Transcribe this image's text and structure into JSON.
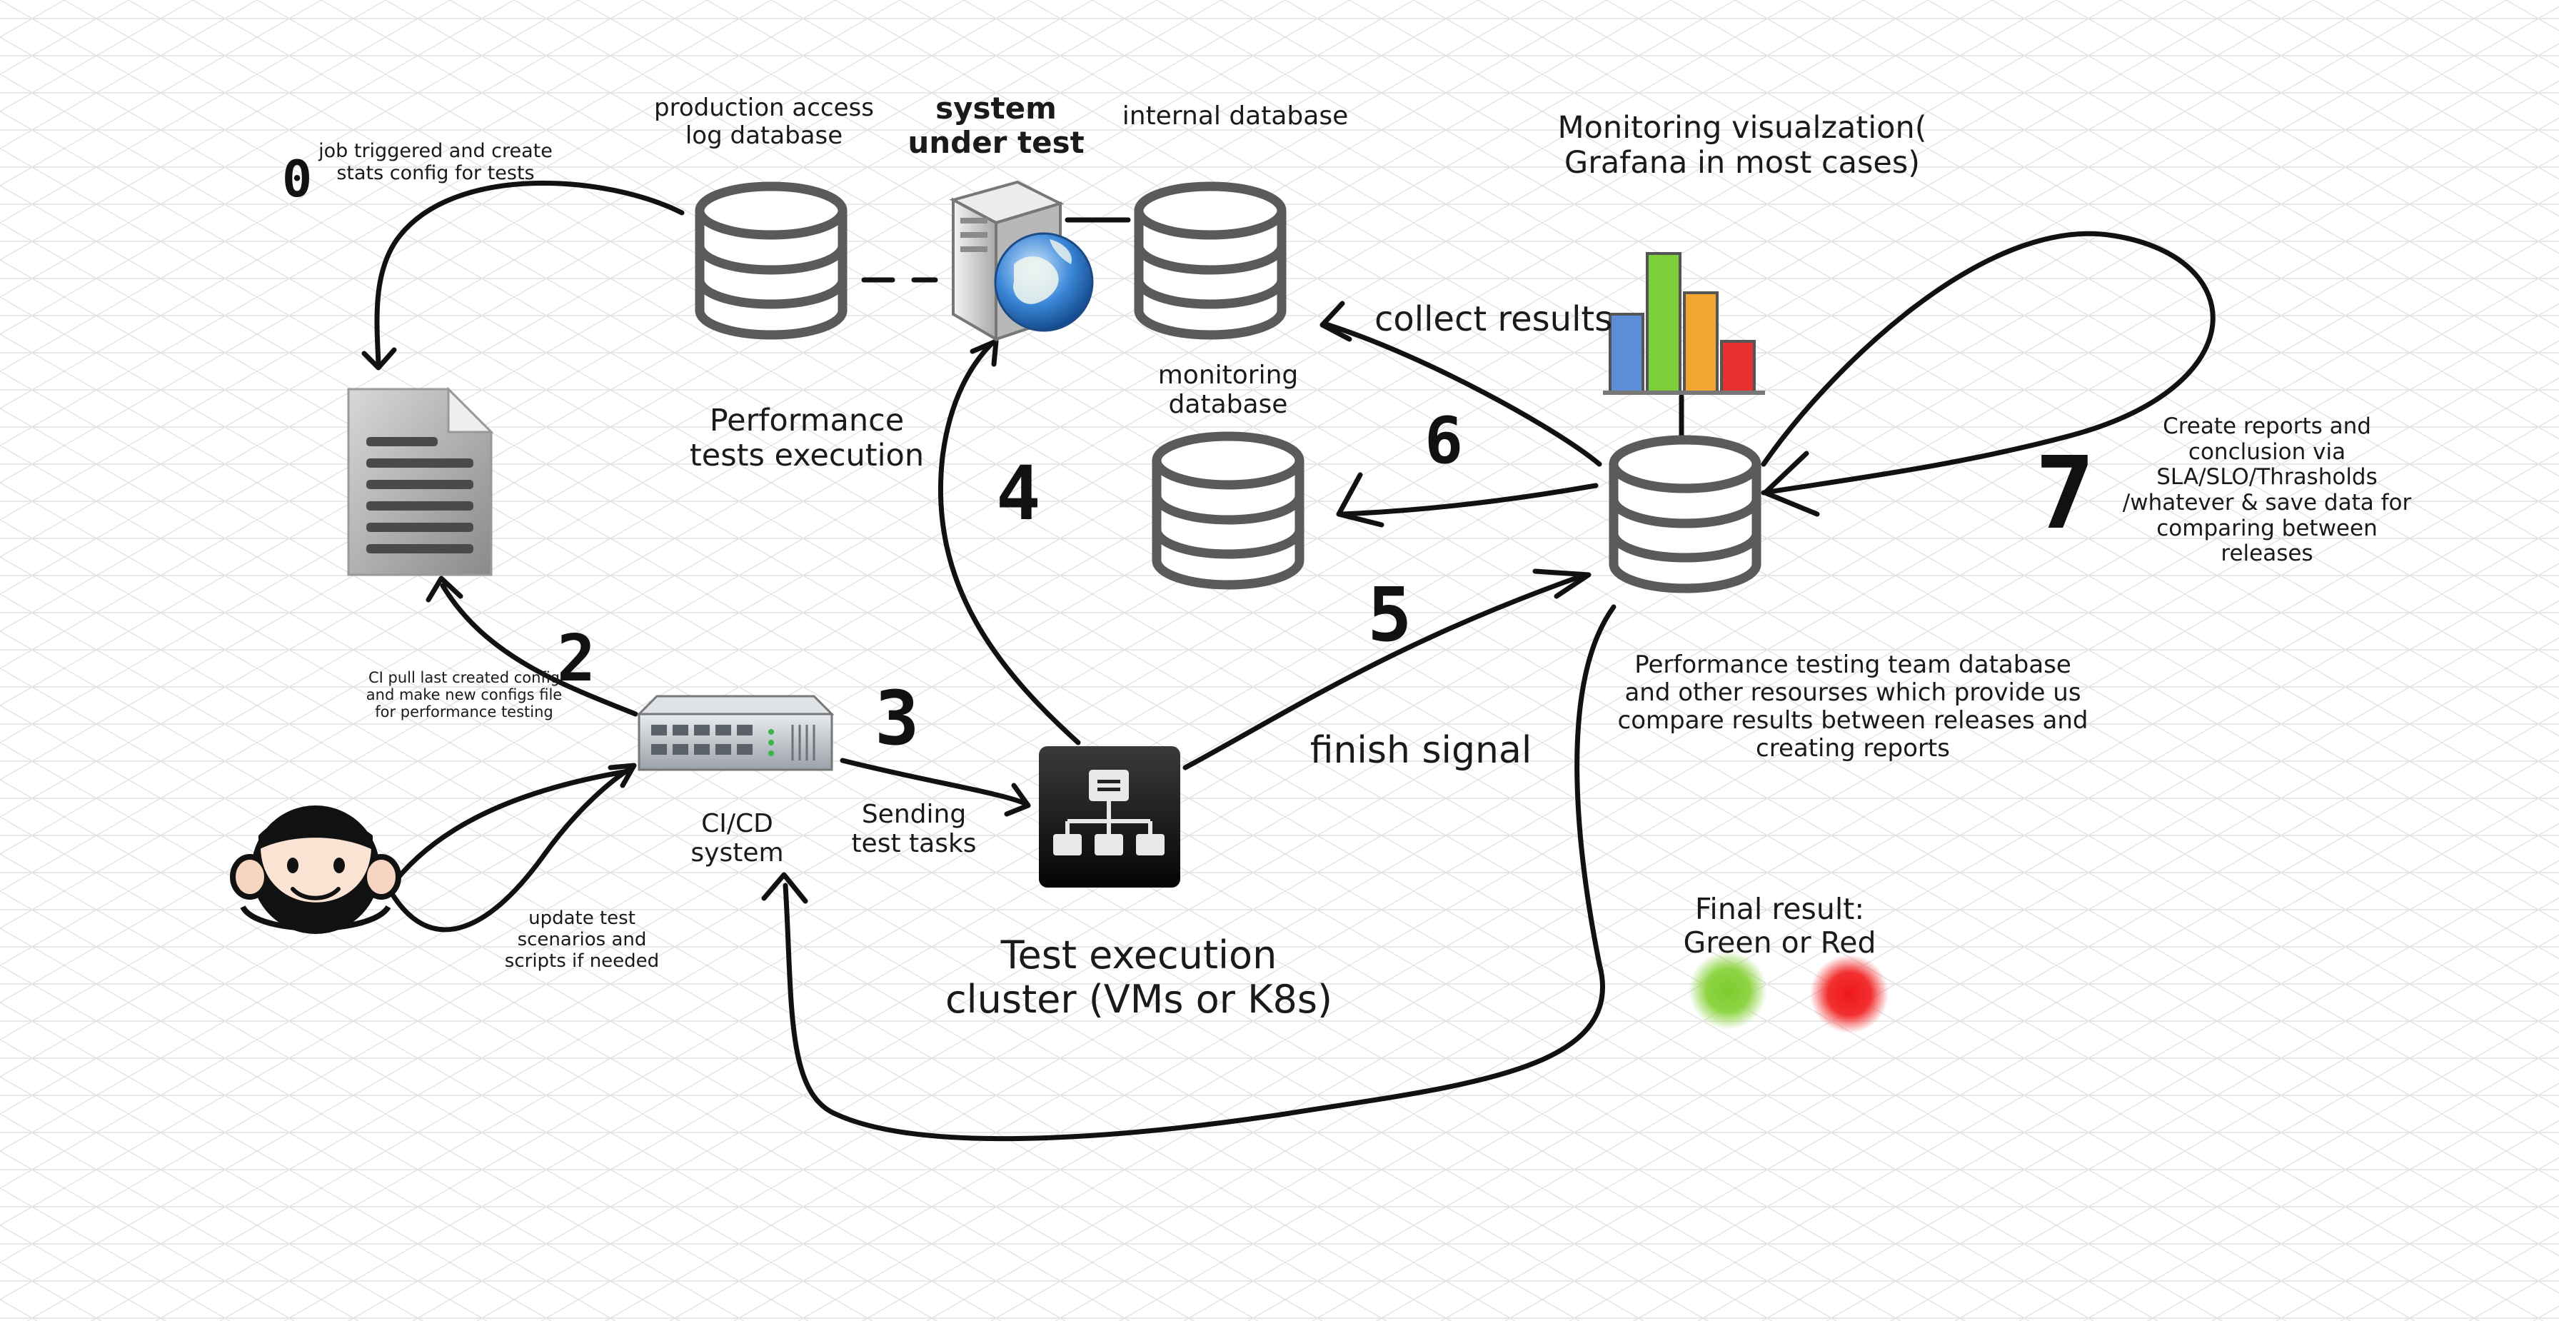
{
  "diagram": {
    "labels": {
      "production_db": "production access\nlog database",
      "system_under_test": "system\nunder test",
      "internal_db": "internal database",
      "monitoring_viz": "Monitoring visualzation(\nGrafana in most cases)",
      "job_triggered": "job triggered and create\nstats config for tests",
      "collect_results": "collect results",
      "monitoring_db": "monitoring\ndatabase",
      "perf_tests_exec": "Performance\ntests execution",
      "create_reports": "Create reports and\nconclusion via\nSLA/SLO/Thrasholds\n/whatever & save data for\ncomparing between\nreleases",
      "ci_pull": "CI pull last created config\nand make new configs file\nfor performance testing",
      "perf_team_db": "Performance testing team database\nand other resourses which provide us\ncompare results between releases and\ncreating reports",
      "finish_signal": "finish signal",
      "ci_cd": "CI/CD\nsystem",
      "sending_tasks": "Sending\ntest tasks",
      "update_tests": "update test\nscenarios and\nscripts if needed",
      "final_result": "Final result:\nGreen or Red",
      "test_cluster": "Test execution\ncluster (VMs or K8s)"
    },
    "step_numbers": {
      "s0": "0",
      "s2": "2",
      "s3": "3",
      "s4": "4",
      "s5": "5",
      "s6": "6",
      "s7": "7"
    },
    "icons": {
      "production_db": "database-icon",
      "internal_db": "database-icon",
      "monitoring_db": "database-icon",
      "perf_team_db": "database-icon",
      "server": "server-globe-icon",
      "bar_chart": "bar-chart-icon",
      "document": "document-icon",
      "switch": "network-switch-icon",
      "cluster": "cluster-icon",
      "person": "person-icon",
      "green_light": "green-light-icon",
      "red_light": "red-light-icon"
    },
    "colors": {
      "db_stroke": "#5a5a5a",
      "green": "#7ccc2e",
      "red": "#f01818",
      "bar_blue": "#5b8ed6",
      "bar_green": "#7ed03a",
      "bar_orange": "#f2a531",
      "bar_red": "#e83030"
    }
  }
}
